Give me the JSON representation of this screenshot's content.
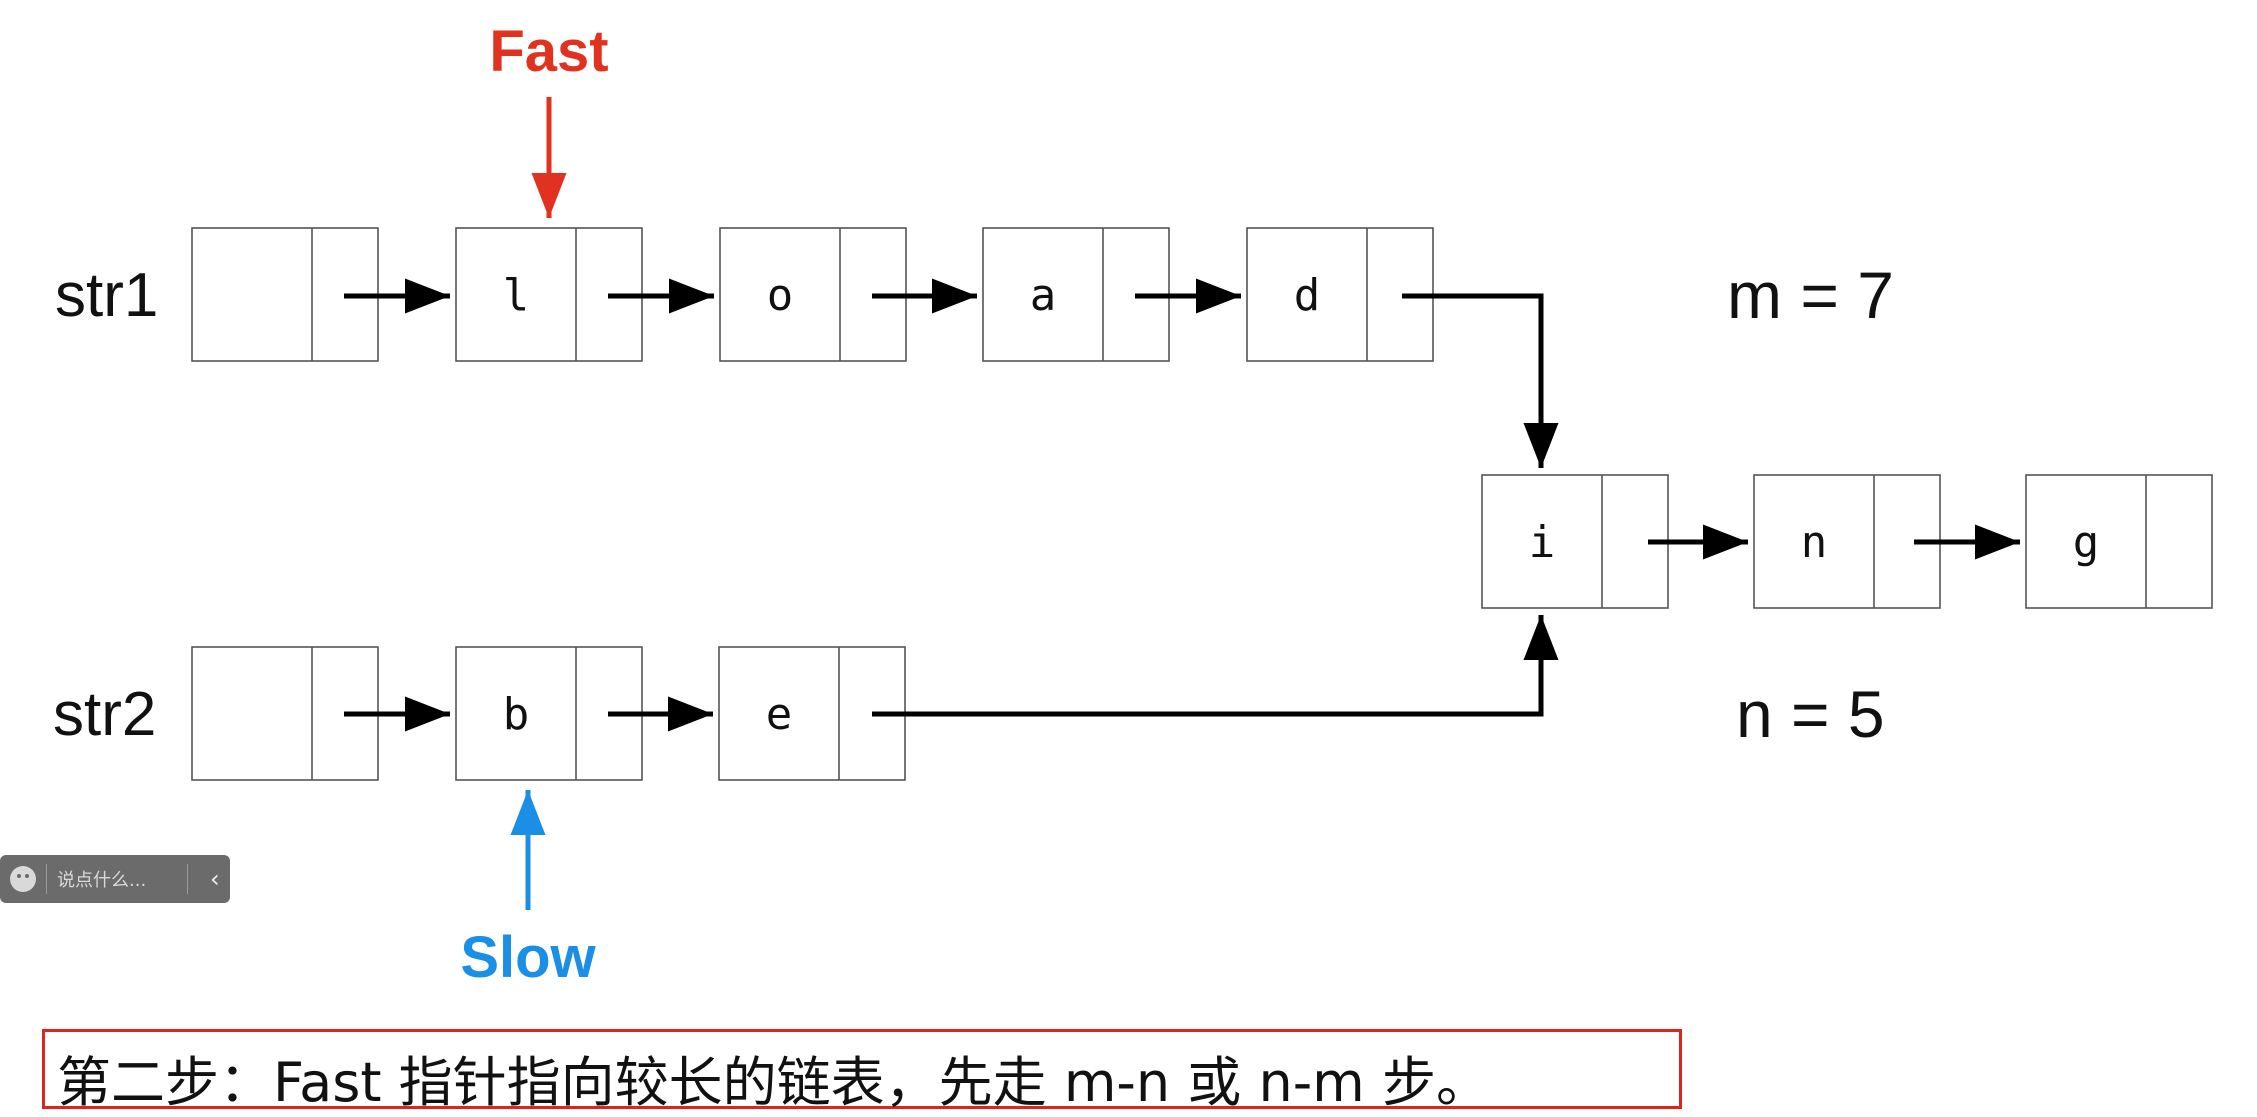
{
  "colors": {
    "fast": "#e0321f",
    "slow": "#1b8fe6",
    "caption_border": "#e0241d"
  },
  "lists": {
    "str1": {
      "label": "str1",
      "values": [
        "",
        "l",
        "o",
        "a",
        "d"
      ]
    },
    "str2": {
      "label": "str2",
      "values": [
        "",
        "b",
        "e"
      ]
    },
    "shared": {
      "values": [
        "i",
        "n",
        "g"
      ]
    }
  },
  "lengths": {
    "m": "m = 7",
    "n": "n = 5"
  },
  "pointers": {
    "fast": "Fast",
    "slow": "Slow"
  },
  "chat": {
    "placeholder": "说点什么...",
    "collapse_icon": "chevron-left-icon"
  },
  "caption": "第二步：Fast 指针指向较长的链表，先走 m-n 或 n-m 步。"
}
